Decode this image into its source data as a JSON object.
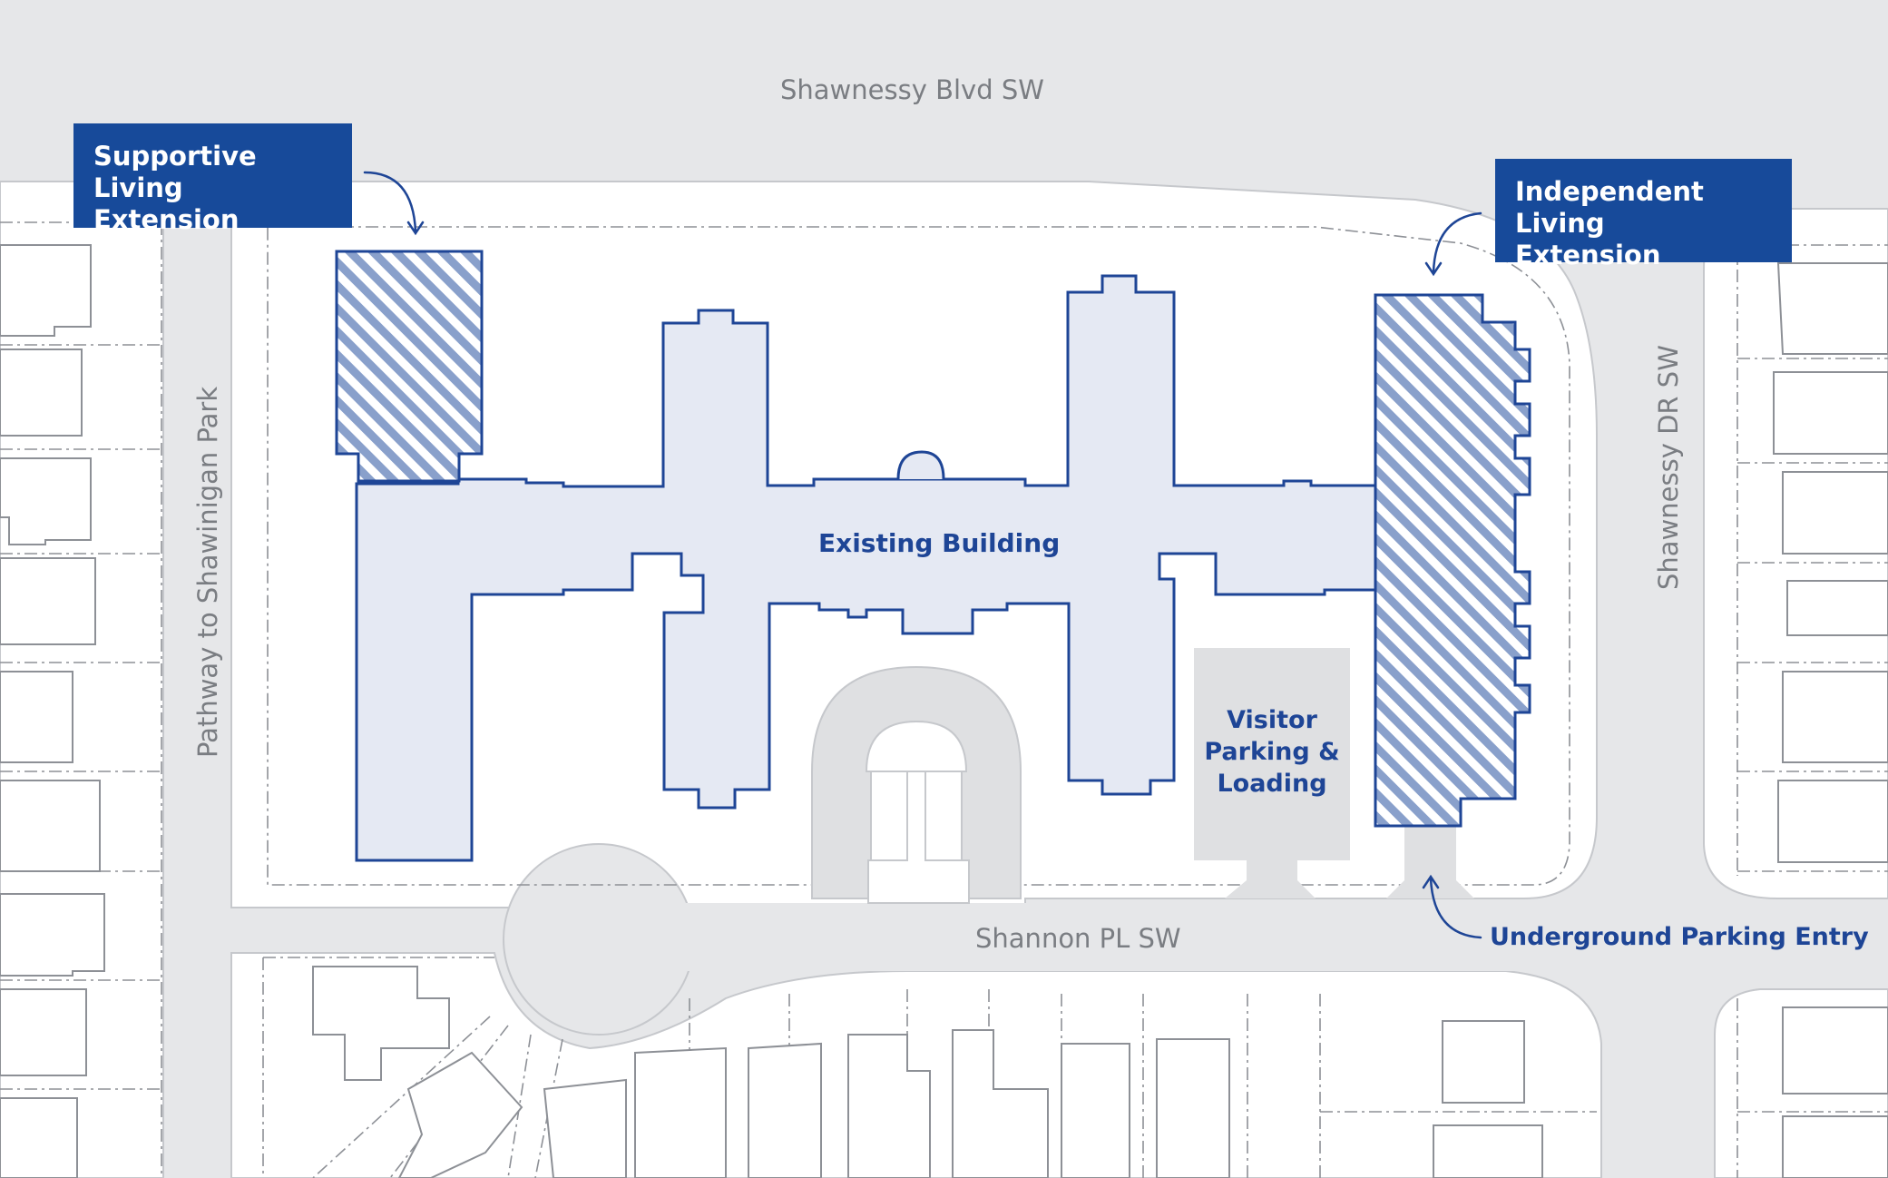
{
  "streets": {
    "north": "Shawnessy Blvd SW",
    "south": "Shannon PL SW",
    "east": "Shawnessy DR SW",
    "west": "Pathway to Shawinigan Park"
  },
  "buildings": {
    "existing": "Existing Building",
    "visitor_parking": [
      "Visitor",
      "Parking &",
      "Loading"
    ]
  },
  "callouts": {
    "supportive": [
      "Supportive Living",
      "Extension"
    ],
    "independent": [
      "Independent Living",
      "Extension"
    ],
    "underground": "Underground Parking Entry"
  },
  "colors": {
    "background": "#e6e7e9",
    "site": "#ffffff",
    "building_fill": "#e5e9f3",
    "building_outline": "#1e4596",
    "hatch": "#89a0cb",
    "callout_bg": "#174a9a",
    "street_text": "#7a7d82",
    "parking_pad": "#dfe0e2"
  }
}
